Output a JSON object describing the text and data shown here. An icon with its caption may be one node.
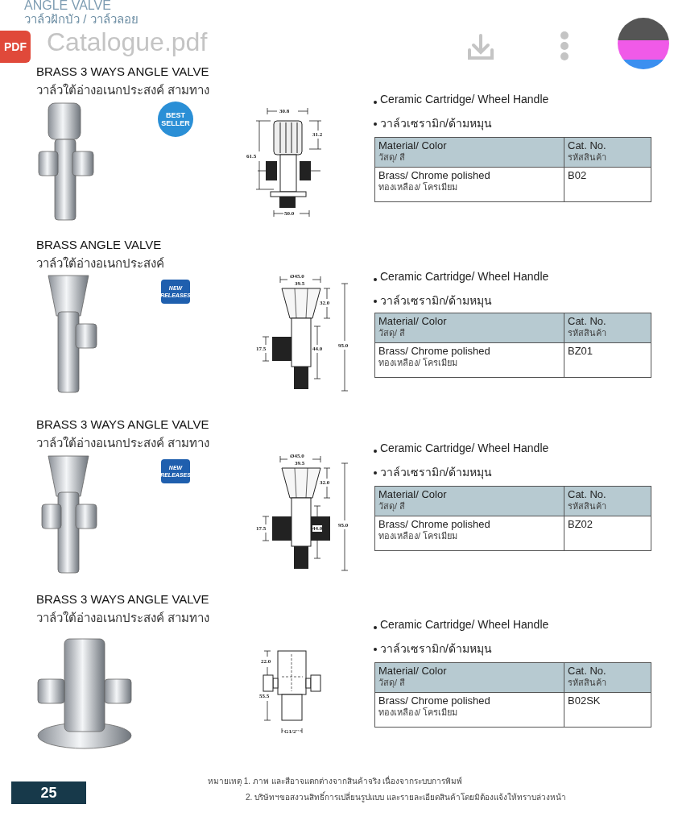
{
  "diagram": {
    "labels": [
      "ANGLE VALVE",
      "วาล์วฝักบัว / วาล์วลอย",
      "PDF",
      "Catalogue.pdf",
      "BRASS 3 WAYS ANGLE VALVE",
      "วาล์วใต้อ่างอเนกประสงค์ สามทาง",
      "BEST SELLER",
      "30.8",
      "31.2",
      "61.5",
      "50.0",
      "Ceramic Cartridge/ Wheel Handle",
      "วาล์วเซรามิก/ด้ามหมุน",
      "Material/ Color",
      "วัสดุ/ สี",
      "Cat. No.",
      "รหัสสินค้า",
      "Brass/ Chrome polished",
      "ทองเหลือง/ โครเมียม",
      "B02",
      "BRASS ANGLE VALVE",
      "วาล์วใต้อ่างอเนกประสงค์",
      "NEW RELEASES",
      "Ø45.0",
      "39.5",
      "32.0",
      "17.5",
      "44.0",
      "95.0",
      "Ceramic Cartridge/ Wheel Handle",
      "วาล์วเซรามิก/ด้ามหมุน",
      "Material/ Color",
      "วัสดุ/ สี",
      "Cat. No.",
      "รหัสสินค้า",
      "Brass/ Chrome polished",
      "ทองเหลือง/ โครเมียม",
      "BZ01",
      "BRASS 3 WAYS ANGLE VALVE",
      "วาล์วใต้อ่างอเนกประสงค์ สามทาง",
      "NEW RELEASES",
      "Ø45.0",
      "39.5",
      "32.0",
      "95.0",
      "17.5",
      "44.0",
      "Ceramic Cartridge/ Wheel Handle",
      "วาล์วเซรามิก/ด้ามหมุน",
      "Material/ Color",
      "วัสดุ/ สี",
      "Cat. No.",
      "รหัสสินค้า",
      "Brass/ Chrome polished",
      "ทองเหลือง/ โครเมียม",
      "BZ02",
      "BRASS 3 WAYS ANGLE VALVE",
      "วาล์วใต้อ่างอเนกประสงค์ สามทาง",
      "22.0",
      "55.5",
      "G1/2\"",
      "Ceramic Cartridge/ Wheel Handle",
      "วาล์วเซรามิก/ด้ามหมุน",
      "Material/ Color",
      "วัสดุ/ สี",
      "Cat. No.",
      "รหัสสินค้า",
      "Brass/ Chrome polished",
      "ทองเหลือง/ โครเมียม",
      "B02SK",
      "25",
      "หมายเหตุ 1. ภาพ และสีอาจแตกต่างจากสินค้าจริง เนื่องจากระบบการพิมพ์",
      "2. บริษัทฯขอสงวนสิทธิ์การเปลี่ยนรูปแบบ และรายละเอียดสินค้าโดยมิต้องแจ้งให้ทราบล่วงหน้า"
    ]
  }
}
